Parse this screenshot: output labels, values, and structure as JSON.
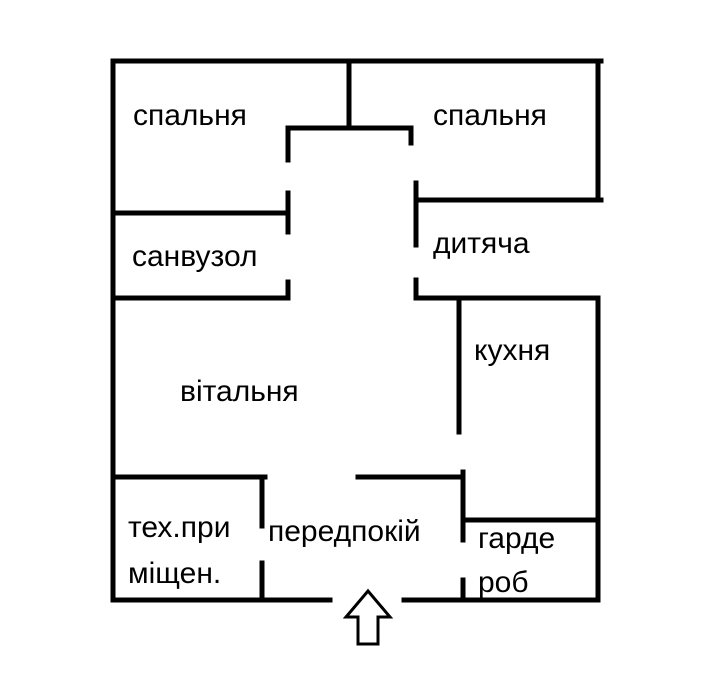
{
  "rooms": {
    "bedroom_left": "спальня",
    "bedroom_right": "спальня",
    "bathroom": "санвузол",
    "nursery": "дитяча",
    "kitchen": "кухня",
    "living_room": "вітальня",
    "utility_line1": "тех.при",
    "utility_line2": "міщен.",
    "hallway": "передпокій",
    "wardrobe_line1": "гарде",
    "wardrobe_line2": "роб"
  },
  "colors": {
    "wall": "#000000",
    "background": "#ffffff"
  },
  "icons": {
    "entrance": "up-arrow-icon"
  }
}
